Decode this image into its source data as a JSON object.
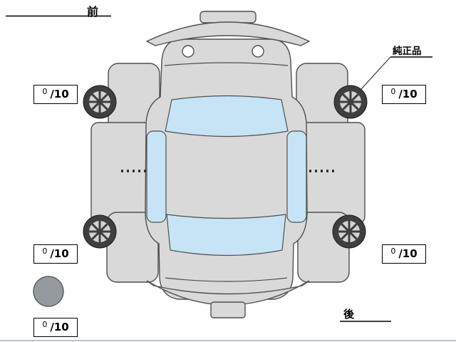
{
  "diagram": {
    "front_label": "前",
    "rear_label": "後",
    "genuine_part_label": "純正品"
  },
  "tire_scores": {
    "front_left": {
      "value": "0",
      "max": "/10"
    },
    "front_right": {
      "value": "0",
      "max": "/10"
    },
    "rear_left": {
      "value": "0",
      "max": "/10"
    },
    "rear_right": {
      "value": "0",
      "max": "/10"
    },
    "spare": {
      "value": "0",
      "max": "/10"
    }
  },
  "colors": {
    "background": "#ffffff",
    "body": "#d9d9d9",
    "outline": "#4f4f4f",
    "window": "#c6e4f5",
    "wheel_dark": "#3f3f3f",
    "wheel_light": "#d2d2d2",
    "spare": "#949a9e",
    "text": "#000000"
  }
}
